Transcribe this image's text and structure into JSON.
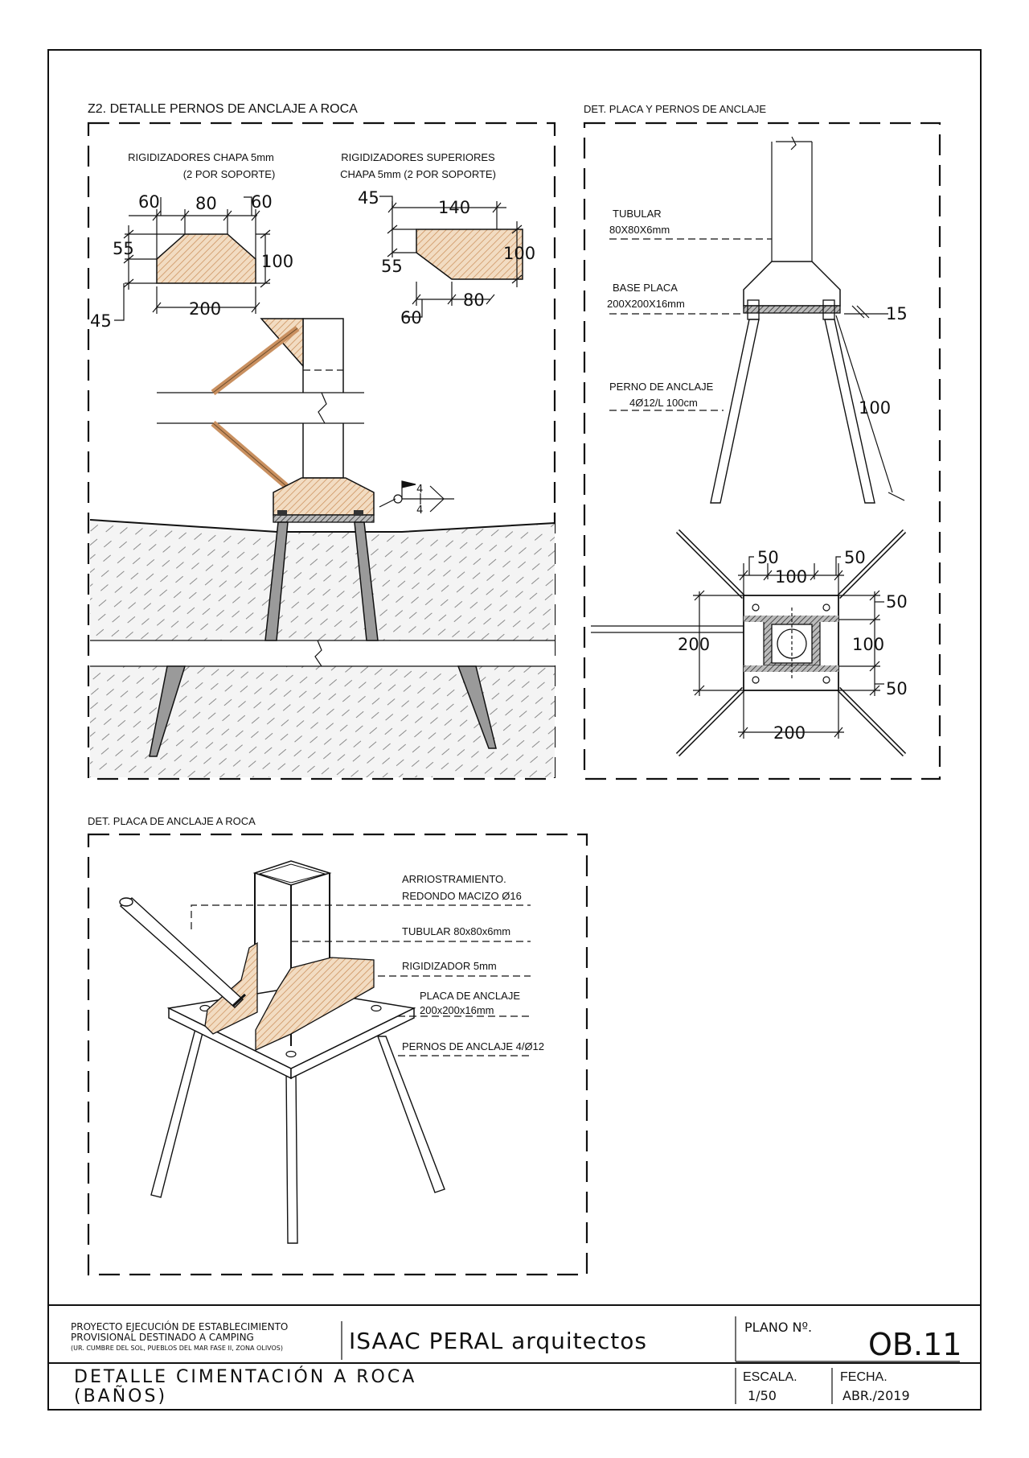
{
  "views": {
    "z2": {
      "title": "Z2. DETALLE PERNOS DE ANCLAJE A ROCA",
      "stiffener_label_1": "RIGIDIZADORES CHAPA 5mm",
      "stiffener_label_2": "(2 POR SOPORTE)",
      "top_stiffener_label_1": "RIGIDIZADORES SUPERIORES",
      "top_stiffener_label_2": "CHAPA 5mm (2 POR SOPORTE)",
      "weld_size_top": "4",
      "weld_size_bottom": "4",
      "dims_left": {
        "a": "60",
        "b": "80",
        "c": "60",
        "h1": "55",
        "h2": "100",
        "h3": "45",
        "w": "200"
      },
      "dims_right": {
        "a": "45",
        "b": "140",
        "h1": "100",
        "h2": "55",
        "c": "60",
        "d": "80"
      }
    },
    "plate": {
      "title": "DET.  PLACA Y PERNOS DE ANCLAJE",
      "tubular_1": "TUBULAR",
      "tubular_2": "80X80X6mm",
      "base_1": "BASE PLACA",
      "base_2": "200X200X16mm",
      "bolt_1": "PERNO DE ANCLAJE",
      "bolt_2": "4Ø12/L 100cm",
      "dim_thickness": "15",
      "dim_bolt_length": "100",
      "plan_dims": {
        "top_left": "50",
        "top_mid": "100",
        "top_right": "50",
        "right_top": "50",
        "right_mid": "100",
        "right_bot": "50",
        "left": "200",
        "bottom": "200"
      }
    },
    "iso": {
      "title": "DET.  PLACA DE ANCLAJE A ROCA",
      "l1a": "ARRIOSTRAMIENTO.",
      "l1b": "REDONDO MACIZO Ø16",
      "l2": "TUBULAR 80x80x6mm",
      "l3": "RIGIDIZADOR 5mm",
      "l4a": "PLACA DE ANCLAJE",
      "l4b": "200x200x16mm",
      "l5": "PERNOS DE ANCLAJE 4/Ø12"
    }
  },
  "title_block": {
    "project_1": "PROYECTO EJECUCIÓN DE ESTABLECIMIENTO",
    "project_2": "PROVISIONAL DESTINADO A CAMPING",
    "project_3": "(UR. CUMBRE DEL SOL, PUEBLOS DEL MAR FASE II, ZONA OLIVOS)",
    "architect": "ISAAC PERAL arquitectos",
    "plano_label": "PLANO Nº.",
    "plano_value": "OB.11",
    "drawing_title_1": "DETALLE CIMENTACIÓN A ROCA",
    "drawing_title_2": "(BAÑOS)",
    "scale_label": "ESCALA.",
    "scale_value": "1/50",
    "date_label": "FECHA.",
    "date_value": "ABR./2019"
  },
  "colors": {
    "ink": "#111111",
    "wood_hatch": "#c98b55",
    "brace": "#c99060",
    "rock": "#e6e6e6"
  }
}
